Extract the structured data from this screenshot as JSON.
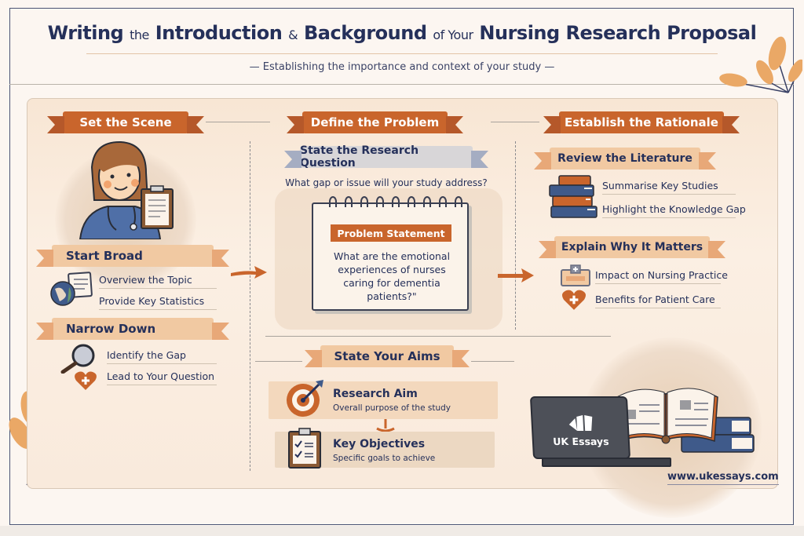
{
  "header": {
    "title_parts": [
      "Writing",
      "the",
      "Introduction",
      "&",
      "Background",
      "of Your",
      "Nursing Research Proposal"
    ],
    "subtitle": "— Establishing the importance and context of your study —"
  },
  "columns": {
    "set_the_scene": {
      "label": "Set the Scene",
      "start_broad": {
        "label": "Start Broad",
        "items": [
          "Overview the Topic",
          "Provide Key Statistics"
        ]
      },
      "narrow_down": {
        "label": "Narrow Down",
        "items": [
          "Identify the Gap",
          "Lead to Your Question"
        ]
      }
    },
    "define_the_problem": {
      "label": "Define the Problem",
      "research_question": {
        "label": "State the Research Question",
        "prompt": "What gap or issue will your study address?"
      },
      "problem_statement": {
        "label": "Problem Statement",
        "lines": [
          "What are the emotional",
          "experiences of nurses",
          "caring for dementia patients?\""
        ]
      }
    },
    "establish_the_rationale": {
      "label": "Establish the Rationale",
      "review_literature": {
        "label": "Review the Literature",
        "items": [
          "Summarise Key Studies",
          "Highlight the Knowledge Gap"
        ]
      },
      "why_it_matters": {
        "label": "Explain Why It Matters",
        "items": [
          "Impact on Nursing Practice",
          "Benefits for Patient Care"
        ]
      }
    }
  },
  "aims": {
    "label": "State Your Aims",
    "research_aim": {
      "title": "Research Aim",
      "subtitle": "Overall purpose of the study"
    },
    "key_objectives": {
      "title": "Key Objectives",
      "subtitle": "Specific goals to achieve"
    }
  },
  "branding": {
    "laptop_label": "UK Essays",
    "url": "www.ukessays.com"
  },
  "colors": {
    "accent_orange": "#c9652c",
    "light_orange": "#f1c9a2",
    "navy_text": "#25305a",
    "background": "#fcf6f1",
    "leaf": "#eaa866"
  }
}
